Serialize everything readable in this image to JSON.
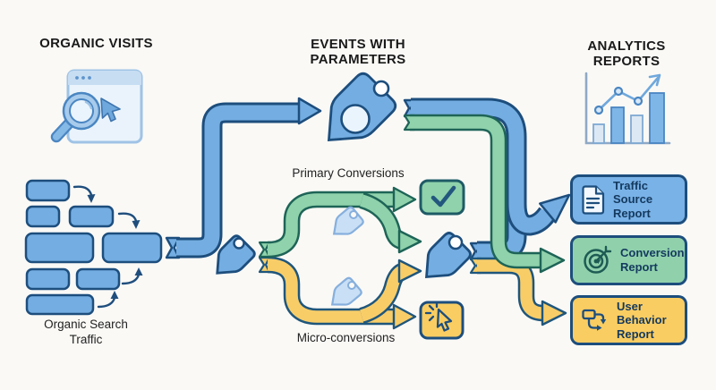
{
  "headings": {
    "left": "ORGANIC VISITS",
    "middle": "EVENTS WITH PARAMETERS",
    "right": "ANALYTICS REPORTS"
  },
  "labels": {
    "organic_search_traffic": "Organic Search Traffic",
    "primary_conversions": "Primary Conversions",
    "micro_conversions": "Micro-conversions"
  },
  "cards": [
    {
      "label": "Traffic Source Report",
      "color": "#79B2E7",
      "icon": "document-icon"
    },
    {
      "label": "Conversion Report",
      "color": "#90D1AC",
      "icon": "target-icon"
    },
    {
      "label": "User Behavior Report",
      "color": "#FACD62",
      "icon": "flow-icon"
    }
  ],
  "icons": {
    "top_left": "browser-search-icon",
    "top_right": "bar-chart-trend-icon",
    "event_big": "tag-icon",
    "event_mid": "tag-icon",
    "event_corner": "tag-icon",
    "ghost_tags": "faded-tag-icon",
    "primary_box": "checkmark-icon",
    "micro_box": "click-cursor-icon"
  },
  "colors": {
    "background": "#FAF9F6",
    "blue_fill": "#74ADE1",
    "blue_outline": "#1D4E7D",
    "green_fill": "#8FD2AB",
    "green_outline": "#1E6457",
    "yellow_fill": "#F8CD68",
    "yellow_outline": "#1F567C",
    "card_text": "#14395E"
  }
}
